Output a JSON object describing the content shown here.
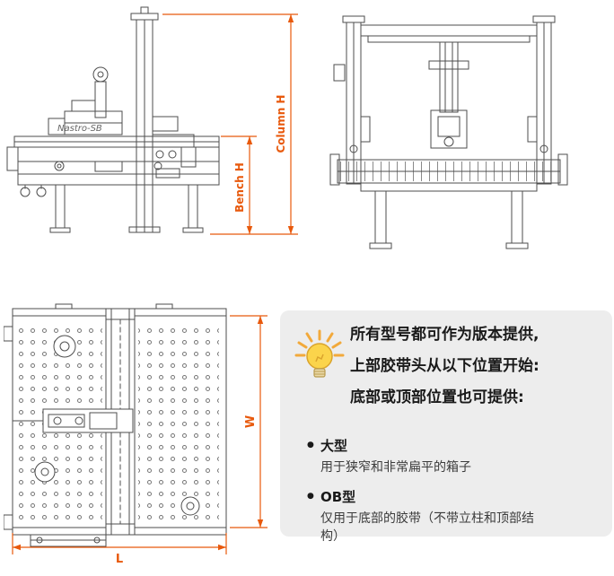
{
  "drawings": {
    "side_view": {
      "machine_label": "Nastro-SB",
      "dim_column_h": "Column H",
      "dim_bench_h": "Bench H"
    },
    "top_view": {
      "dim_width": "W",
      "dim_length": "L"
    }
  },
  "note_panel": {
    "headings": [
      "所有型号都可作为版本提供,",
      "上部胶带头从以下位置开始:",
      "底部或顶部位置也可提供:"
    ],
    "bullets": [
      {
        "title": "大型",
        "description": "用于狭窄和非常扁平的箱子"
      },
      {
        "title": "OB型",
        "description": "仅用于底部的胶带（不带立柱和顶部结构）"
      }
    ]
  },
  "colors": {
    "dimension_orange": "#e8590c",
    "panel_background": "#ededed",
    "bulb_yellow": "#fbd44b",
    "drawing_line": "#4d4d4d"
  }
}
